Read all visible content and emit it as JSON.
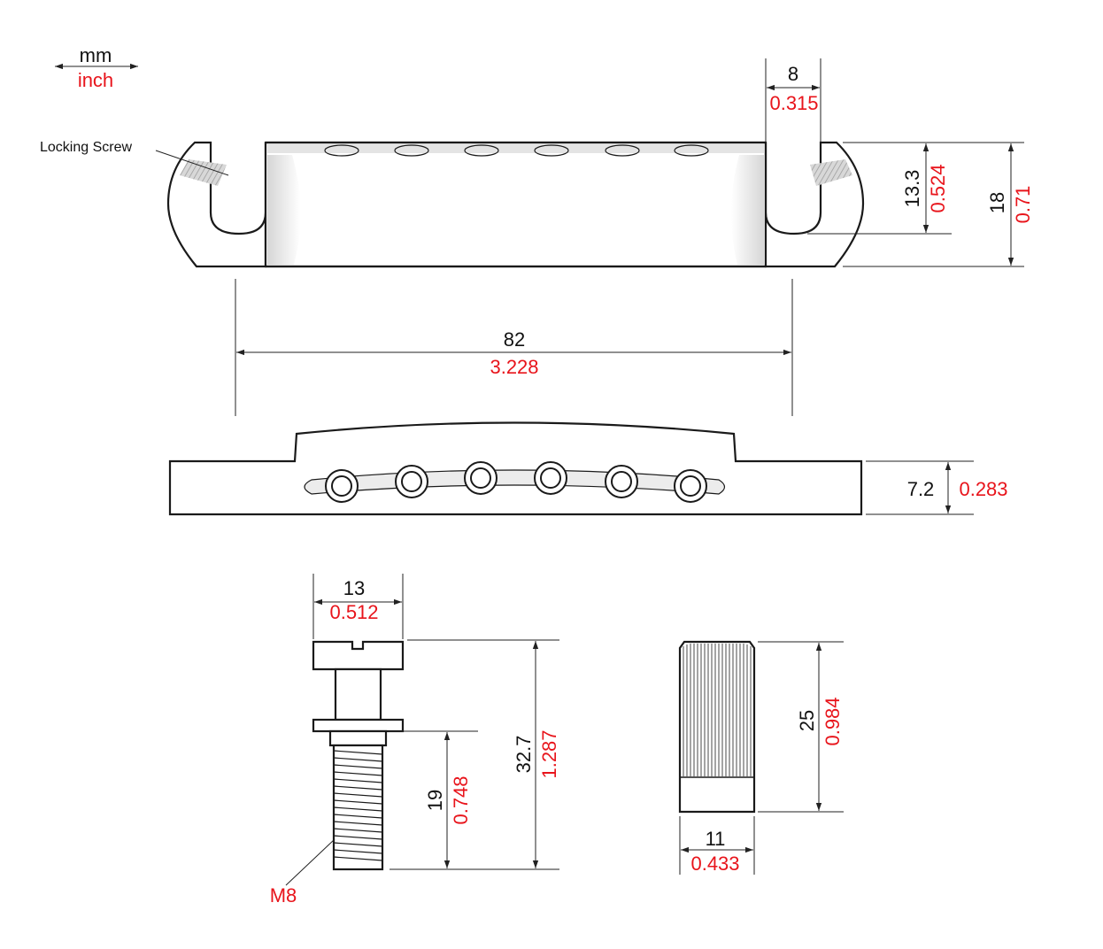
{
  "legend": {
    "unit_top": "mm",
    "unit_bottom": "inch"
  },
  "labels": {
    "locking_screw": "Locking Screw",
    "thread": "M8"
  },
  "dimensions": {
    "slot_width": {
      "mm": "8",
      "inch": "0.315"
    },
    "slot_depth": {
      "mm": "13.3",
      "inch": "0.524"
    },
    "tailpiece_depth": {
      "mm": "18",
      "inch": "0.71"
    },
    "stud_spacing": {
      "mm": "82",
      "inch": "3.228"
    },
    "tailpiece_height": {
      "mm": "7.2",
      "inch": "0.283"
    },
    "stud_head_diameter": {
      "mm": "13",
      "inch": "0.512"
    },
    "stud_length": {
      "mm": "32.7",
      "inch": "1.287"
    },
    "stud_thread_length": {
      "mm": "19",
      "inch": "0.748"
    },
    "bushing_length": {
      "mm": "25",
      "inch": "0.984"
    },
    "bushing_diameter": {
      "mm": "11",
      "inch": "0.433"
    }
  },
  "colors": {
    "imperial": "#e8141b",
    "metric": "#111111",
    "outline": "#1a1a1a"
  }
}
